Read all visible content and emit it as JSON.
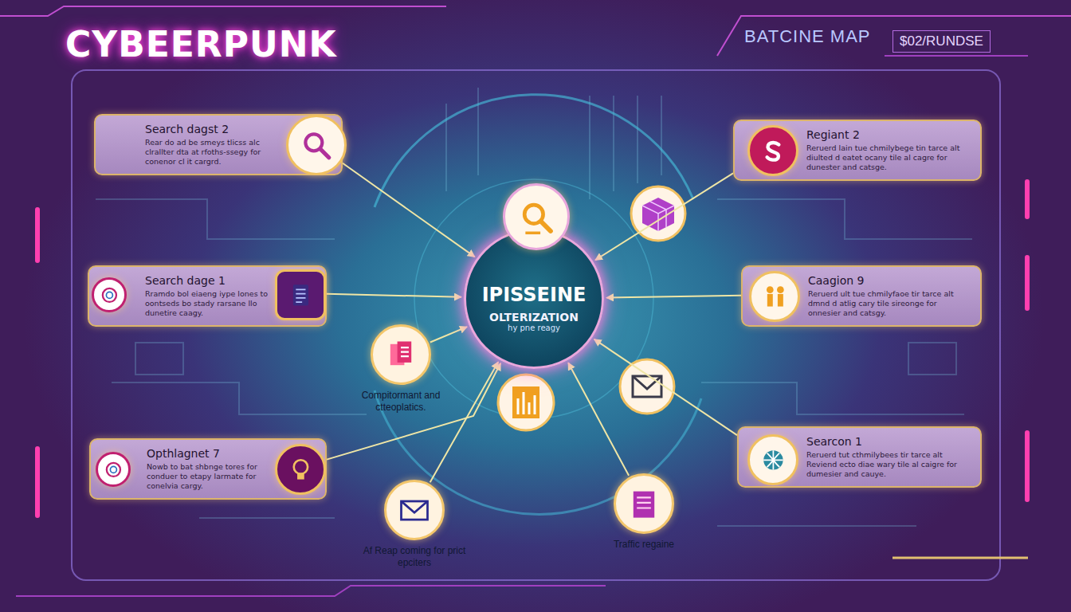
{
  "diagram": {
    "title": "CYBEERPUNK",
    "nodes": [
      {
        "text": [
          "Search dagst 2",
          "Rear do ad be smeys tlicss alc clrallter dta at rfoths-ssegy for conenor cl it cargrd."
        ]
      },
      {
        "text": [
          "Search dage 1",
          "Rramdo bol eiaeng iype lones to oontseds bo stady rarsane llo dunetire caagy."
        ]
      },
      {
        "text": [
          "Opthlagnet 7",
          "Nowb to bat shbnge tores for conduer to etapy larmate for conelvia cargy."
        ]
      },
      {
        "text": [
          "IPISSEINE",
          "OLTERIZATION",
          "hy pne reagy"
        ]
      },
      {
        "text": [
          "Regiant 2",
          "Reruerd lain tue chmilybege tin tarce alt diulted d eatet ocany tile al cagre for dunester and catsge."
        ]
      },
      {
        "text": [
          "Caagion 9",
          "Reruerd ult tue chmilyfaoe tir tarce alt dmnd d atlig cary tile sireonge for onnesier and catsgy."
        ]
      },
      {
        "text": [
          "Searcon 1",
          "Reruerd tut cthmilybees tir tarce alt Reviend ecto diae wary tile al caigre for dumesier and cauye."
        ]
      },
      {
        "text": [
          "Compitormant and ctteoplatics."
        ]
      },
      {
        "text": [
          "Af Reap coming for prict epciters"
        ]
      },
      {
        "text": [
          "Traffic regaine"
        ]
      }
    ],
    "edges": [
      {
        "from": 0,
        "to": 3,
        "arrow": "to"
      },
      {
        "from": 1,
        "to": 3,
        "arrow": "to"
      },
      {
        "from": 2,
        "to": 3,
        "arrow": "to"
      },
      {
        "from": 7,
        "to": 3,
        "arrow": "to"
      },
      {
        "from": 8,
        "to": 3,
        "arrow": "to"
      },
      {
        "from": 9,
        "to": 3,
        "arrow": "to"
      },
      {
        "from": 4,
        "to": 3,
        "arrow": "to"
      },
      {
        "from": 5,
        "to": 3,
        "arrow": "to"
      },
      {
        "from": 6,
        "to": 3,
        "arrow": "to"
      }
    ],
    "labels": [
      "BATCINE MAP",
      "$02/RUNDSE"
    ]
  }
}
